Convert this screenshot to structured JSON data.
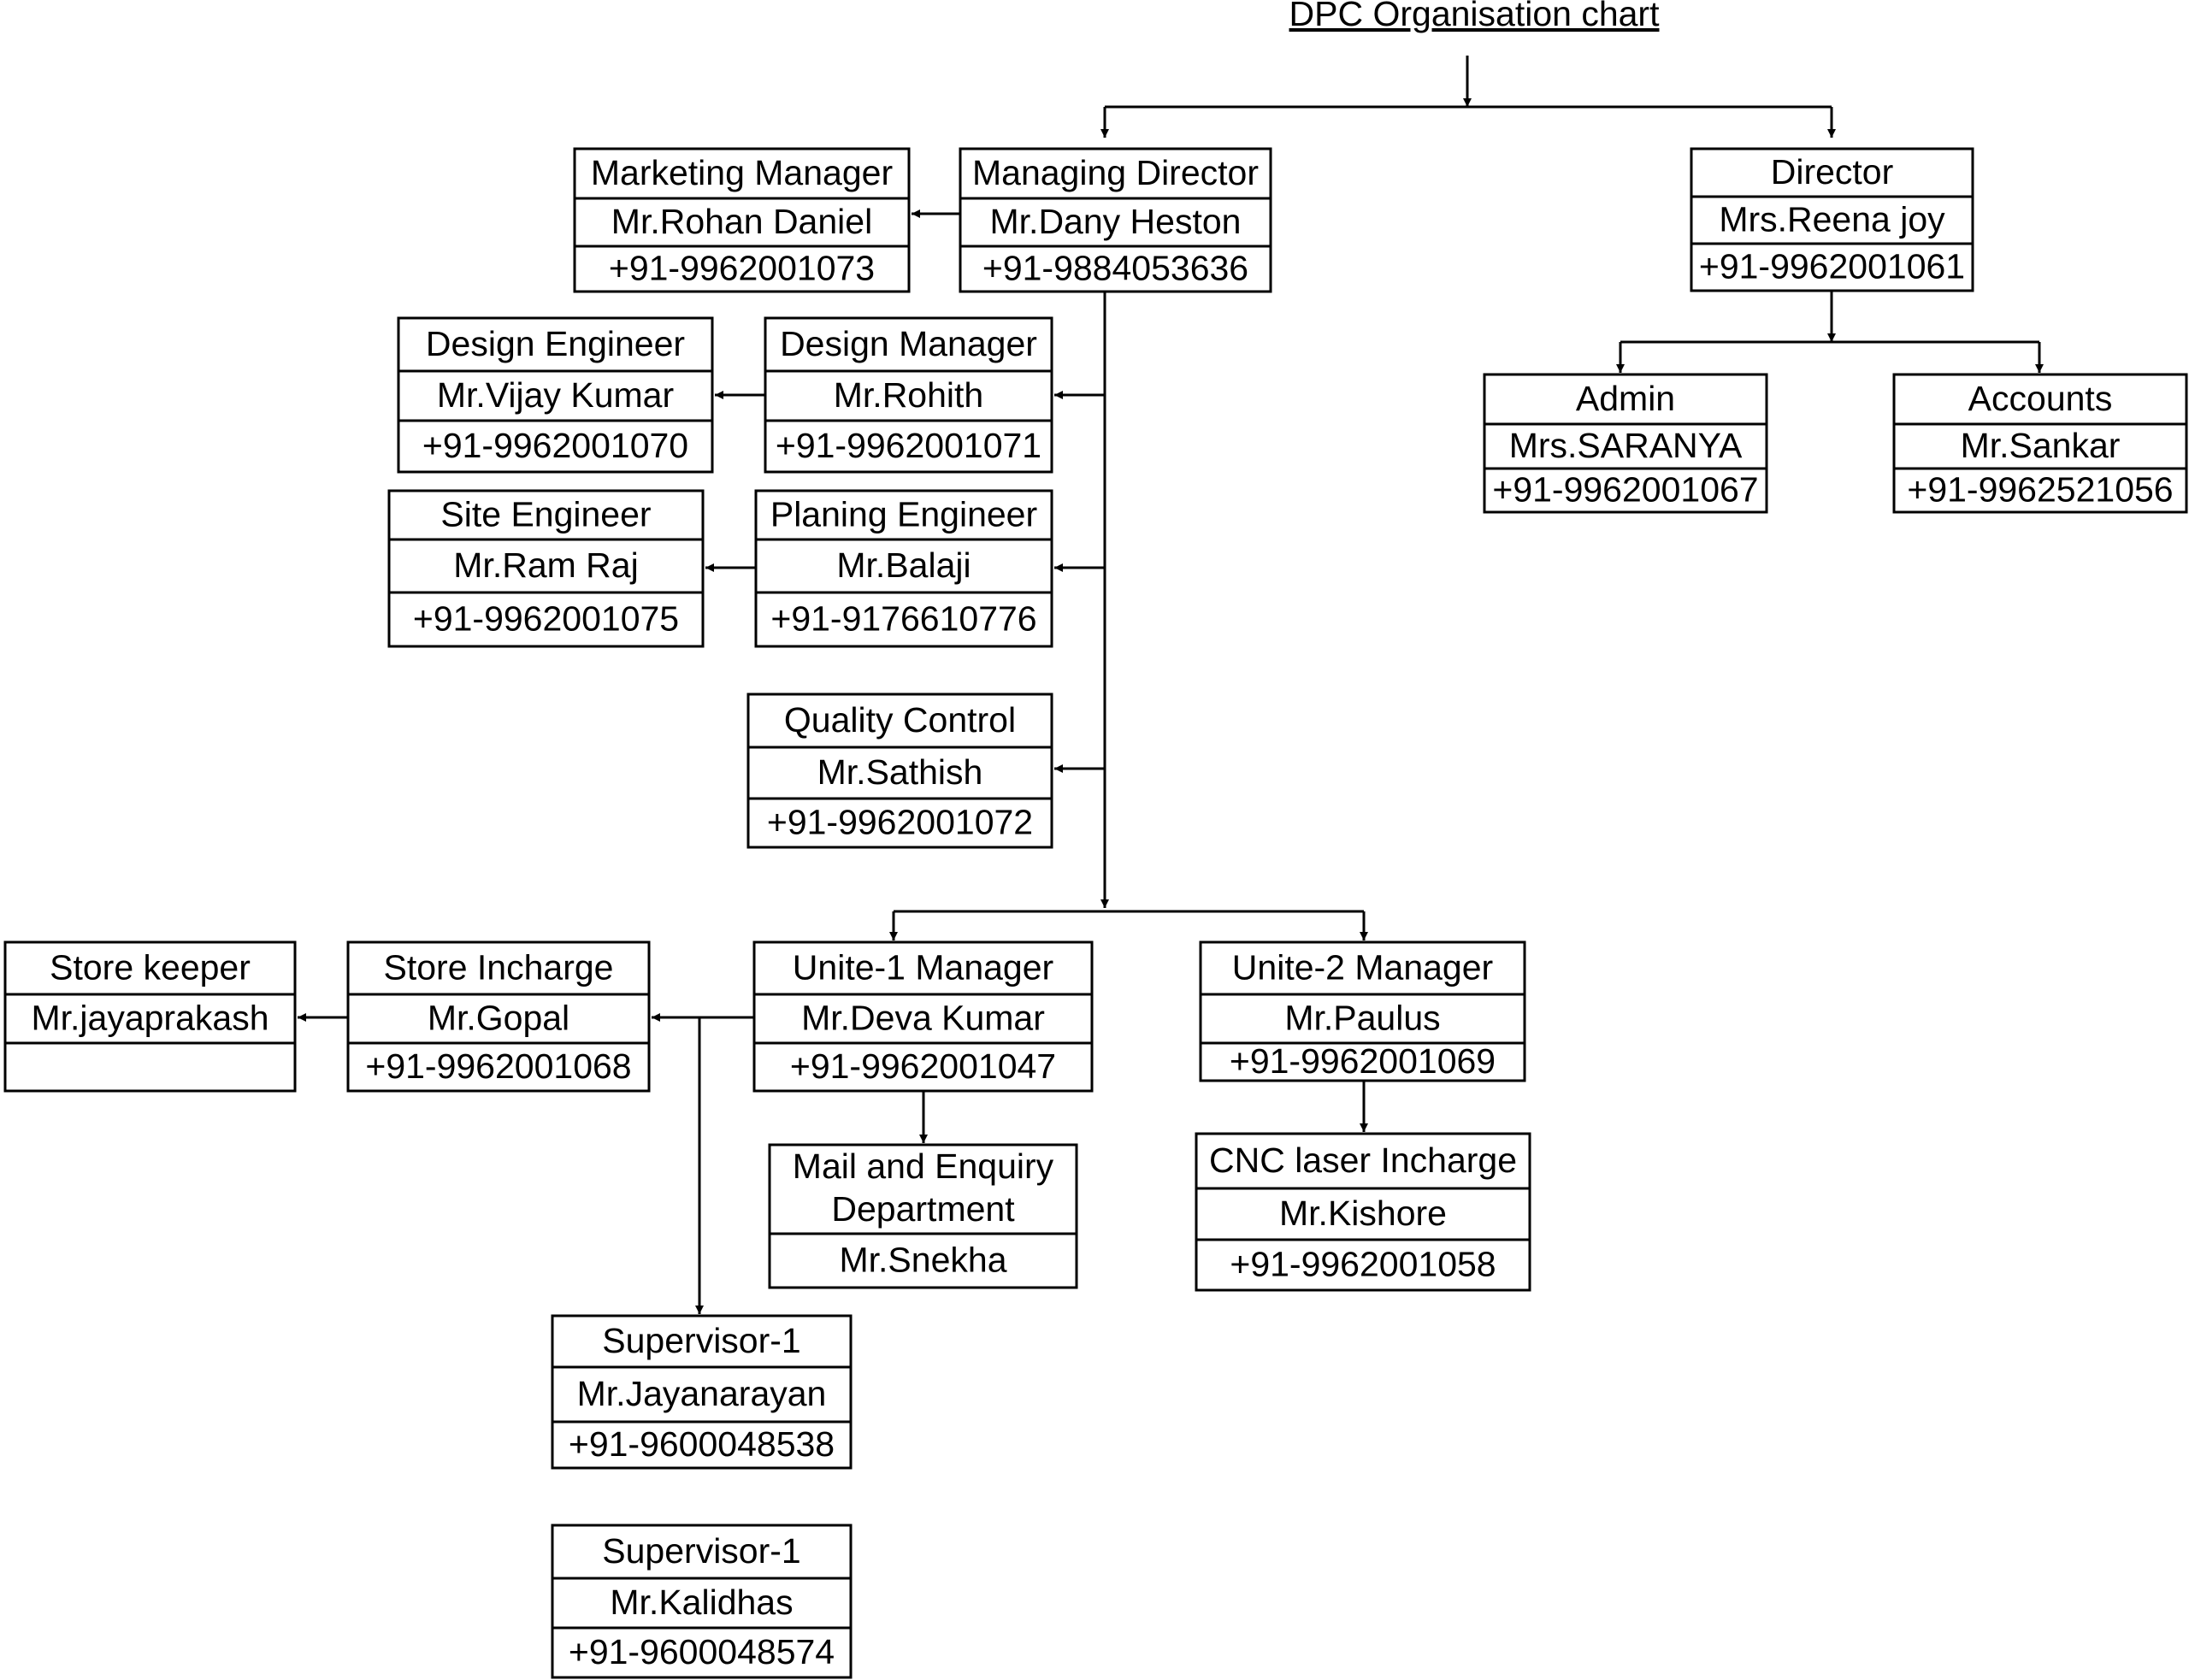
{
  "title": "DPC Organisation chart",
  "nodes": {
    "managing_director": {
      "role": "Managing Director",
      "name": "Mr.Dany Heston",
      "phone": "+91-9884053636"
    },
    "director": {
      "role": "Director",
      "name": "Mrs.Reena joy",
      "phone": "+91-9962001061"
    },
    "marketing_manager": {
      "role": "Marketing Manager",
      "name": "Mr.Rohan Daniel",
      "phone": "+91-9962001073"
    },
    "design_manager": {
      "role": "Design Manager",
      "name": "Mr.Rohith",
      "phone": "+91-9962001071"
    },
    "design_engineer": {
      "role": "Design Engineer",
      "name": "Mr.Vijay Kumar",
      "phone": "+91-9962001070"
    },
    "planing_engineer": {
      "role": "Planing Engineer",
      "name": "Mr.Balaji",
      "phone": "+91-9176610776"
    },
    "site_engineer": {
      "role": "Site Engineer",
      "name": "Mr.Ram Raj",
      "phone": "+91-9962001075"
    },
    "quality_control": {
      "role": "Quality Control",
      "name": "Mr.Sathish",
      "phone": "+91-9962001072"
    },
    "admin": {
      "role": "Admin",
      "name": "Mrs.SARANYA",
      "phone": "+91-9962001067"
    },
    "accounts": {
      "role": "Accounts",
      "name": "Mr.Sankar",
      "phone": "+91-9962521056"
    },
    "unit1_manager": {
      "role": "Unite-1 Manager",
      "name": "Mr.Deva Kumar",
      "phone": "+91-9962001047"
    },
    "unit2_manager": {
      "role": "Unite-2 Manager",
      "name": "Mr.Paulus",
      "phone": "+91-9962001069"
    },
    "store_incharge": {
      "role": "Store Incharge",
      "name": "Mr.Gopal",
      "phone": "+91-9962001068"
    },
    "store_keeper": {
      "role": "Store keeper",
      "name": "Mr.jayaprakash",
      "phone": ""
    },
    "mail_enquiry": {
      "role_line1": "Mail and Enquiry",
      "role_line2": "Department",
      "name": "Mr.Snekha"
    },
    "cnc_laser_incharge": {
      "role": "CNC laser Incharge",
      "name": "Mr.Kishore",
      "phone": "+91-9962001058"
    },
    "supervisor_1a": {
      "role": "Supervisor-1",
      "name": "Mr.Jayanarayan",
      "phone": "+91-9600048538"
    },
    "supervisor_1b": {
      "role": "Supervisor-1",
      "name": "Mr.Kalidhas",
      "phone": "+91-9600048574"
    }
  }
}
